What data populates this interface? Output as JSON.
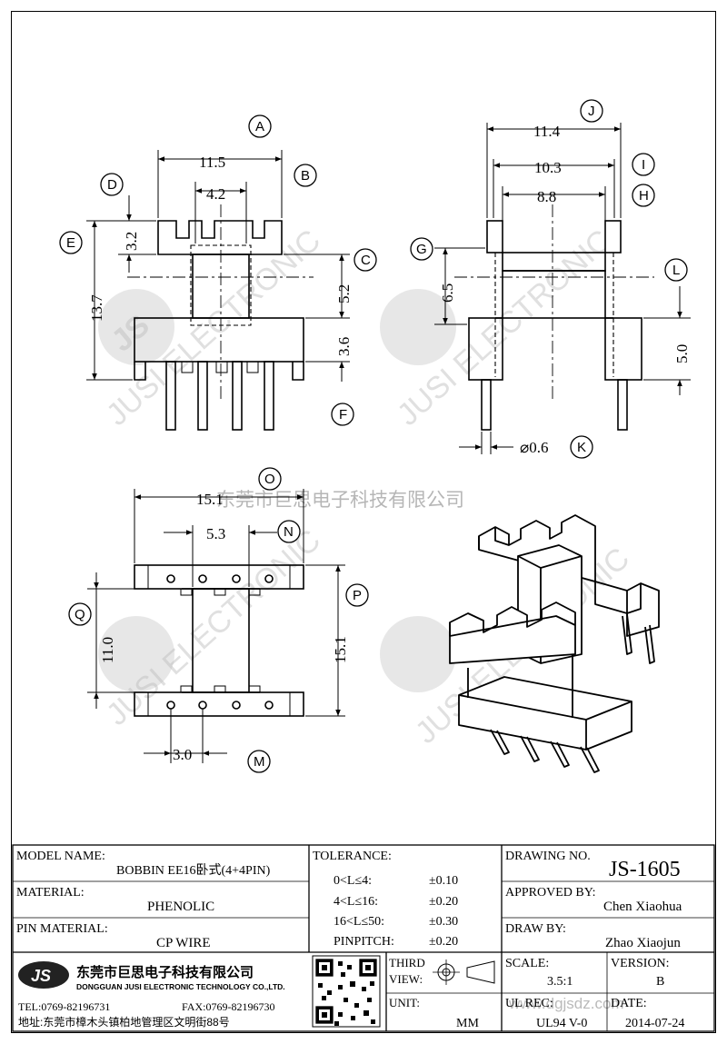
{
  "watermark": {
    "company_cn": "东莞市巨思电子科技有限公司",
    "brand_text": "JUSI ELECTRONIC",
    "brand_logo": "JS",
    "website": "www.dgjsdz.com"
  },
  "labels": {
    "A": "A",
    "B": "B",
    "C": "C",
    "D": "D",
    "E": "E",
    "F": "F",
    "G": "G",
    "H": "H",
    "I": "I",
    "J": "J",
    "K": "K",
    "L": "L",
    "M": "M",
    "N": "N",
    "O": "O",
    "P": "P",
    "Q": "Q"
  },
  "dims": {
    "A": "11.5",
    "D": "4.2",
    "B": "3.2",
    "E": "13.7",
    "C": "5.2",
    "F": "3.6",
    "J": "11.4",
    "I": "10.3",
    "H": "8.8",
    "G": "6.5",
    "L": "5.0",
    "K": "⌀0.6",
    "O": "15.1",
    "N": "5.3",
    "Q": "11.0",
    "P": "15.1",
    "M": "3.0"
  },
  "title_block": {
    "model_name_label": "MODEL NAME:",
    "model_name_value": "BOBBIN EE16卧式(4+4PIN)",
    "material_label": "MATERIAL:",
    "material_value": "PHENOLIC",
    "pin_material_label": "PIN MATERIAL:",
    "pin_material_value": "CP WIRE",
    "tolerance_label": "TOLERANCE:",
    "tolerance_rows": [
      {
        "range": "0<L≤4:",
        "value": "±0.10"
      },
      {
        "range": "4<L≤16:",
        "value": "±0.20"
      },
      {
        "range": "16<L≤50:",
        "value": "±0.30"
      },
      {
        "range": "PINPITCH:",
        "value": "±0.20"
      }
    ],
    "drawing_no_label": "DRAWING NO.",
    "drawing_no_value": "JS-1605",
    "approved_by_label": "APPROVED BY:",
    "approved_by_value": "Chen Xiaohua",
    "draw_by_label": "DRAW BY:",
    "draw_by_value": "Zhao Xiaojun",
    "company_logo": "JS",
    "company_cn": "东莞市巨思电子科技有限公司",
    "company_en": "DONGGUAN JUSI ELECTRONIC TECHNOLOGY CO.,LTD.",
    "tel": "TEL:0769-82196731",
    "fax": "FAX:0769-82196730",
    "address": "地址:东莞市樟木头镇柏地管理区文明街88号",
    "third_view_label_1": "THIRD",
    "third_view_label_2": "VIEW:",
    "unit_label": "UNIT:",
    "unit_value": "MM",
    "scale_label": "SCALE:",
    "scale_value": "3.5:1",
    "version_label": "VERSION:",
    "version_value": "B",
    "ul_rec_label": "UL REC:",
    "ul_rec_value": "UL94 V-0",
    "date_label": "DATE:",
    "date_value": "2014-07-24"
  }
}
